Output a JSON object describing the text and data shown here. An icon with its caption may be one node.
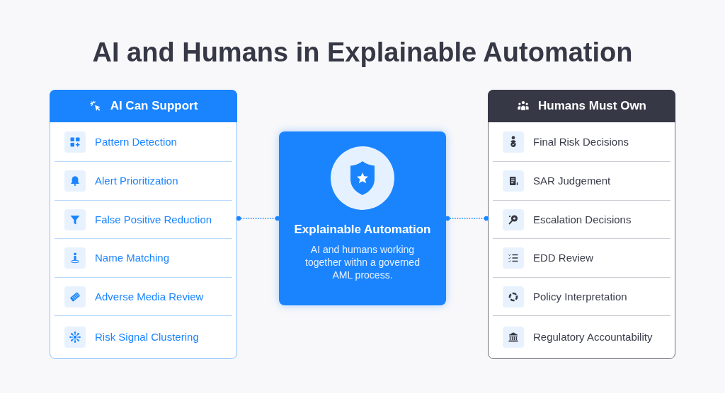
{
  "diagram": {
    "title": "AI and Humans in Explainable Automation",
    "nodes": [
      {
        "text": [
          "AI Can Support"
        ]
      },
      {
        "text": [
          "Pattern Detection"
        ],
        "in": 0
      },
      {
        "text": [
          "Alert Prioritization"
        ],
        "in": 0
      },
      {
        "text": [
          "False Positive Reduction"
        ],
        "in": 0
      },
      {
        "text": [
          "Name Matching"
        ],
        "in": 0
      },
      {
        "text": [
          "Adverse Media Review"
        ],
        "in": 0
      },
      {
        "text": [
          "Risk Signal Clustering"
        ],
        "in": 0
      },
      {
        "text": [
          "Explainable Automation",
          "AI and humans working together withn a governed AML process."
        ]
      },
      {
        "text": [
          "Humans Must Own"
        ]
      },
      {
        "text": [
          "Final Risk Decisions"
        ],
        "in": 8
      },
      {
        "text": [
          "SAR Judgement"
        ],
        "in": 8
      },
      {
        "text": [
          "Escalation Decisions"
        ],
        "in": 8
      },
      {
        "text": [
          "EDD Review"
        ],
        "in": 8
      },
      {
        "text": [
          "Policy Interpretation"
        ],
        "in": 8
      },
      {
        "text": [
          "Regulatory Accountability"
        ],
        "in": 8
      }
    ],
    "edges": [
      {
        "from": 0,
        "to": 7,
        "arrow": "other",
        "style": "dashed"
      },
      {
        "from": 7,
        "to": 8,
        "arrow": "other",
        "style": "dashed"
      }
    ]
  }
}
